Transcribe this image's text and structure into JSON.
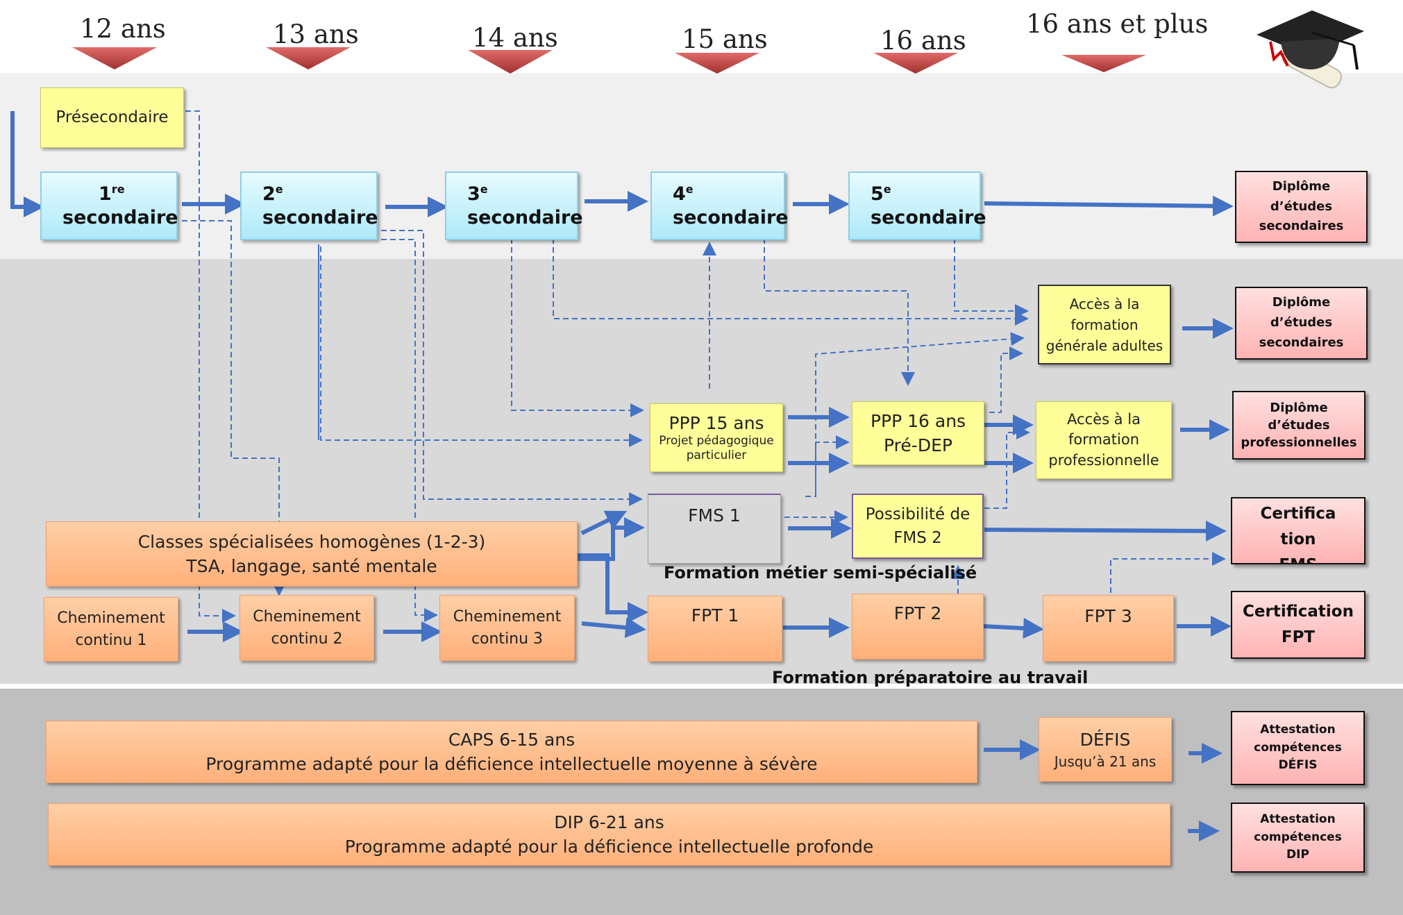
{
  "ages": [
    "12 ans",
    "13 ans",
    "14 ans",
    "15 ans",
    "16 ans",
    "16 ans et plus"
  ],
  "icons": {
    "graduation": "graduation-cap-diploma-icon"
  },
  "colors": {
    "yellow": "#ffff99",
    "blue": "#aee9f8",
    "orange": "#ffb07a",
    "pink": "#ffb3b3",
    "grey": "#d9d9d9",
    "arrow": "#4472c4",
    "age_arrow": "#c0504d"
  },
  "presecondaire": "Présecondaire",
  "grades": [
    {
      "num": "1",
      "sup": "re",
      "label": "secondaire"
    },
    {
      "num": "2",
      "sup": "e",
      "label": "secondaire"
    },
    {
      "num": "3",
      "sup": "e",
      "label": "secondaire"
    },
    {
      "num": "4",
      "sup": "e",
      "label": "secondaire"
    },
    {
      "num": "5",
      "sup": "e",
      "label": "secondaire"
    }
  ],
  "diplomas": {
    "des1": [
      "Diplôme",
      "d’études",
      "secondaires"
    ],
    "des2": [
      "Diplôme",
      "d’études",
      "secondaires"
    ],
    "dep": [
      "Diplôme",
      "d’études",
      "professionnelles"
    ],
    "fms": [
      "Certifica",
      "tion",
      "FMS"
    ],
    "fpt": [
      "Certification",
      "FPT"
    ],
    "defis": [
      "Attestation",
      "compétences",
      "DÉFIS"
    ],
    "dip": [
      "Attestation",
      "compétences",
      "DIP"
    ]
  },
  "acces_fga": [
    "Accès à la",
    "formation",
    "générale adultes"
  ],
  "acces_fp": [
    "Accès à la",
    "formation",
    "professionnelle"
  ],
  "ppp15": {
    "title": "PPP 15 ans",
    "sub1": "Projet pédagogique",
    "sub2": "particulier"
  },
  "ppp16": {
    "title": "PPP 16 ans",
    "sub": "Pré-DEP"
  },
  "fms1": "FMS 1",
  "fms2": [
    "Possibilité de",
    "FMS 2"
  ],
  "fms_label": "Formation métier semi-spécialisé",
  "fpt_label": "Formation préparatoire au travail",
  "fpt": [
    "FPT 1",
    "FPT 2",
    "FPT 3"
  ],
  "classes": [
    "Classes spécialisées homogènes (1-2-3)",
    "TSA, langage, santé mentale"
  ],
  "cheminement": [
    [
      "Cheminement",
      "continu 1"
    ],
    [
      "Cheminement",
      "continu 2"
    ],
    [
      "Cheminement",
      "continu 3"
    ]
  ],
  "caps": [
    "CAPS 6-15 ans",
    "Programme adapté pour la déficience intellectuelle moyenne à sévère"
  ],
  "defis": {
    "title": "DÉFIS",
    "sub": "Jusqu’à 21 ans"
  },
  "dip": [
    "DIP 6-21 ans",
    "Programme adapté pour la déficience intellectuelle profonde"
  ]
}
